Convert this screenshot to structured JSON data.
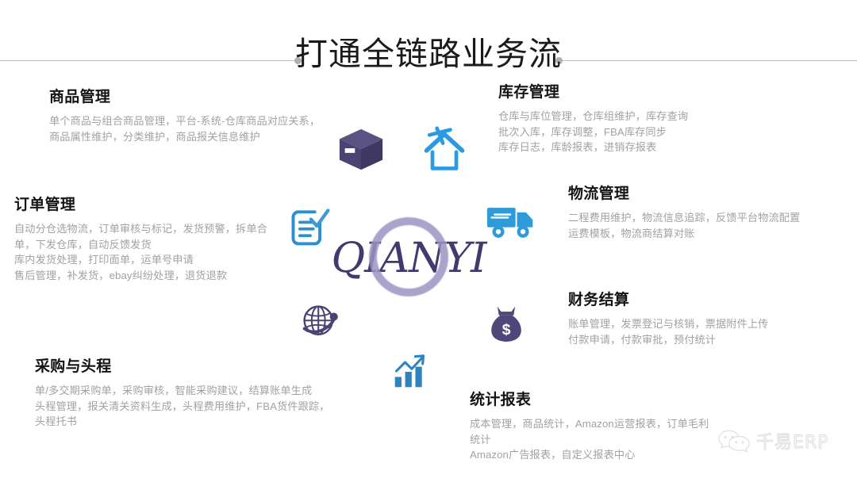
{
  "slide": {
    "title": "打通全链路业务流",
    "background_color": "#ffffff"
  },
  "center_logo": {
    "wordmark": "QIANYI",
    "ring_color": "#9d93c4",
    "text_color": "#3f3b6e"
  },
  "sections": {
    "product": {
      "heading": "商品管理",
      "desc": "单个商品与组合商品管理，平台-系统-仓库商品对应关系，\n商品属性维护，分类维护，商品报关信息维护"
    },
    "order": {
      "heading": "订单管理",
      "desc": "自动分仓选物流，订单审核与标记，发货预警，拆单合\n单，下发仓库，自动反馈发货\n库内发货处理，打印面单，运单号申请\n售后管理，补发货，ebay纠纷处理，退货退款"
    },
    "purchase": {
      "heading": "采购与头程",
      "desc": "单/多交期采购单，采购审核，智能采购建议，结算账单生成\n头程管理，报关清关资料生成，头程费用维护，FBA货件跟踪，\n头程托书"
    },
    "inventory": {
      "heading": "库存管理",
      "desc": "仓库与库位管理，仓库组维护，库存查询\n批次入库，库存调整，FBA库存同步\n库存日志，库龄报表，进销存报表"
    },
    "logistics": {
      "heading": "物流管理",
      "desc": "二程费用维护，物流信息追踪，反馈平台物流配置\n运费模板，物流商结算对账"
    },
    "finance": {
      "heading": "财务结算",
      "desc": "账单管理，发票登记与核销，票据附件上传\n付款申请，付款审批，预付统计"
    },
    "report": {
      "heading": "统计报表",
      "desc": "成本管理，商品统计，Amazon运营报表，订单毛利\n统计\nAmazon广告报表，自定义报表中心"
    }
  },
  "icons": {
    "box": {
      "name": "box-icon",
      "color": "#4b4372"
    },
    "warehouse": {
      "name": "warehouse-icon",
      "color": "#2b9ae0"
    },
    "document_check": {
      "name": "document-check-icon",
      "color": "#2b8fd0"
    },
    "truck": {
      "name": "truck-icon",
      "color": "#2f9ad8"
    },
    "globe": {
      "name": "globe-icon",
      "color": "#4b4372"
    },
    "money_bag": {
      "name": "money-bag-icon",
      "color": "#4f4779"
    },
    "bar_chart": {
      "name": "bar-chart-icon",
      "color": "#2e85bd"
    }
  },
  "watermark": {
    "label": "千易ERP",
    "icon": "wechat-icon"
  }
}
